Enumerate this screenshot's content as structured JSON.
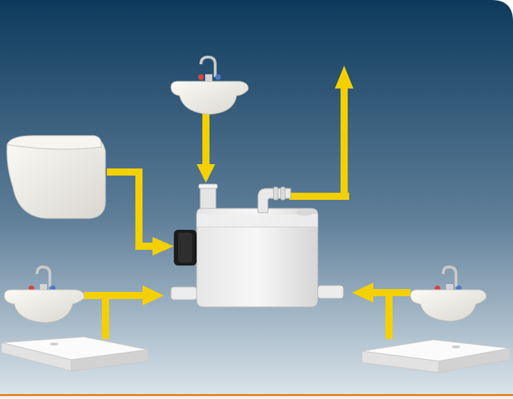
{
  "diagram": {
    "colors": {
      "background_top": "#0d3a5c",
      "background_mid": "#5f7f99",
      "background_bottom": "#dde6ec",
      "frame_corner": "#ffffff",
      "bottom_border": "#e08a2a",
      "arrow": "#f5d000",
      "fixture_white": "#f2f1ec",
      "pump_gasket": "#1c1c1c"
    },
    "components": [
      {
        "id": "pump",
        "icon": "macerator-pump-icon"
      },
      {
        "id": "toilet",
        "icon": "wall-hung-toilet-icon"
      },
      {
        "id": "top-basin",
        "icon": "wash-basin-icon"
      },
      {
        "id": "left-basin",
        "icon": "wash-basin-icon"
      },
      {
        "id": "right-basin",
        "icon": "wash-basin-icon"
      },
      {
        "id": "left-shower-tray",
        "icon": "shower-tray-icon"
      },
      {
        "id": "right-shower-tray",
        "icon": "shower-tray-icon"
      }
    ],
    "flows": [
      {
        "from": "top-basin",
        "to": "pump"
      },
      {
        "from": "toilet",
        "to": "pump"
      },
      {
        "from": "left-basin",
        "to": "pump"
      },
      {
        "from": "left-shower-tray",
        "to": "pump"
      },
      {
        "from": "right-basin",
        "to": "pump"
      },
      {
        "from": "right-shower-tray",
        "to": "pump"
      },
      {
        "from": "pump",
        "to": "discharge-outlet"
      }
    ]
  }
}
